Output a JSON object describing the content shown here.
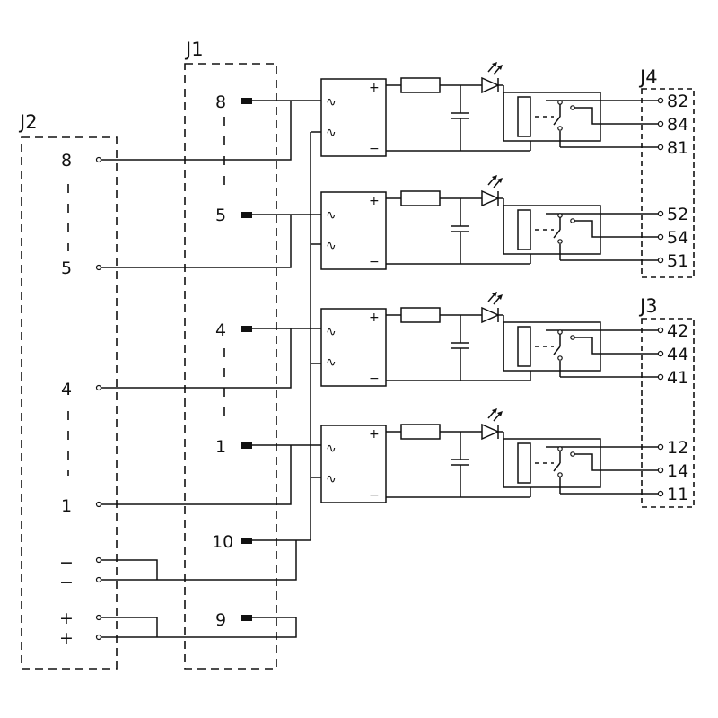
{
  "connectors": {
    "j1": "J1",
    "j2": "J2",
    "j3": "J3",
    "j4": "J4"
  },
  "j1_pins": {
    "p8": "8",
    "p5": "5",
    "p4": "4",
    "p1": "1",
    "p10": "10",
    "p9": "9"
  },
  "j2_pins": {
    "p8": "8",
    "p5": "5",
    "p4": "4",
    "p1": "1",
    "minus": "−",
    "plus": "+"
  },
  "contacts": {
    "k82": "82",
    "k84": "84",
    "k81": "81",
    "k52": "52",
    "k54": "54",
    "k51": "51",
    "k42": "42",
    "k44": "44",
    "k41": "41",
    "k12": "12",
    "k14": "14",
    "k11": "11"
  },
  "symbols": {
    "ac": "∿",
    "plus": "+",
    "minus": "−"
  }
}
